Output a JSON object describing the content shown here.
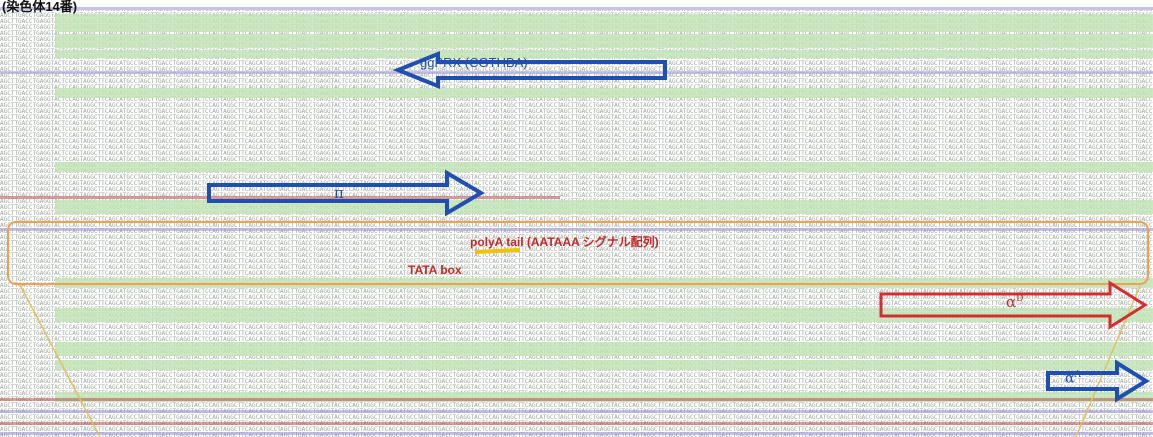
{
  "title": "(染色体14番)",
  "labels": {
    "ggprx": "ggPRX (CGTHBA)",
    "pi": "π",
    "polya": "polyA tail (AATAAA シグナル配列)",
    "tata": "TATA box",
    "alpha_d_base": "α",
    "alpha_d_sup": "D",
    "alpha_a_base": "α",
    "alpha_a_sup": "A"
  },
  "colors": {
    "sequence_text": "#7a8a7a",
    "annotation_green": "#bfe3b4",
    "annotation_purple": "#9a8fd6",
    "translation_red": "#c0504d",
    "arrow_blue": "#1f4fb0",
    "arrow_red": "#d32f2f",
    "highlight_orange": "#f0a050",
    "marker_yellow": "#f2c200",
    "zoom_line": "#e3c060"
  }
}
